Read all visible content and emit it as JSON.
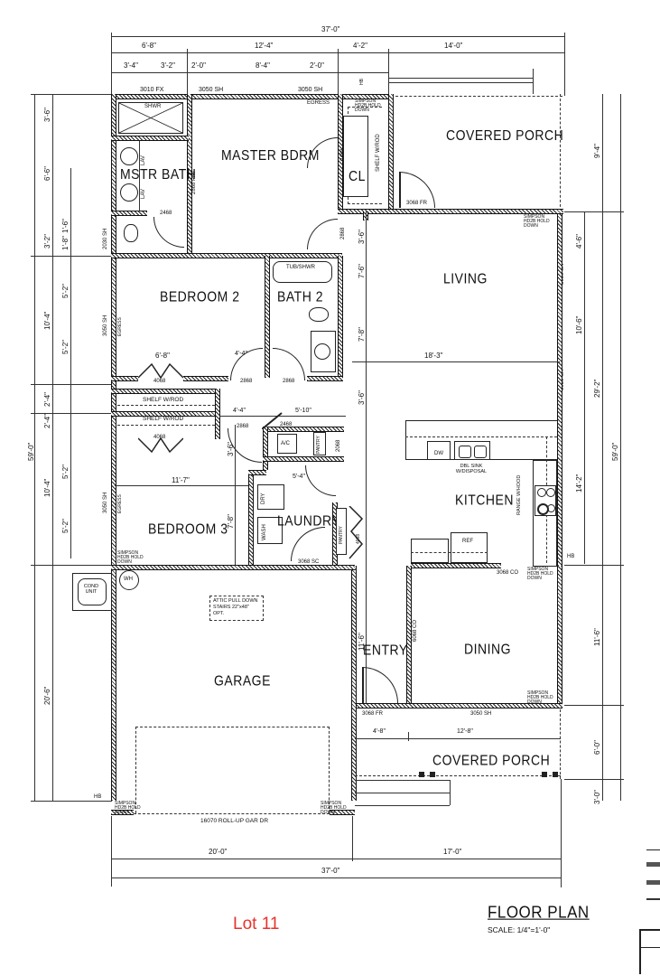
{
  "drawing": {
    "title": "FLOOR PLAN",
    "scale": "SCALE:  1/4\"=1'-0\"",
    "lot_label": "Lot 11",
    "lot_label_color": "#e8322c"
  },
  "rooms": {
    "master_bdrm": "MASTER BDRM",
    "mstr_bath": "MSTR BATH",
    "closet": "CL",
    "covered_porch_rear": "COVERED PORCH",
    "living": "LIVING",
    "bedroom2": "BEDROOM 2",
    "bath2": "BATH 2",
    "bedroom3": "BEDROOM 3",
    "laundry": "LAUNDRY",
    "kitchen": "KITCHEN",
    "dining": "DINING",
    "entry": "ENTRY",
    "garage": "GARAGE",
    "covered_porch_front": "COVERED PORCH"
  },
  "fixtures": {
    "shower": "SHWR",
    "lav": "LAV",
    "tub_shower": "TUB/SHWR",
    "ac": "A/C",
    "pantry": "PANTRY",
    "dryer": "DRY",
    "washer": "WASH",
    "dw": "DW",
    "sink": "DBL SINK W/DISPOSAL",
    "range": "RANGE W/HOOD",
    "ref": "REF",
    "wh": "WH",
    "cond_unit": "COND UNIT",
    "shelf_rod": "SHELF W/ROD",
    "attic": "ATTIC PULL DOWN STAIRS 22\"x48\" OPT.",
    "garage_door": "16070 ROLL-UP GAR DR",
    "egress": "EGRESS",
    "hold_down": "SIMPSON HD2B HOLD DOWN",
    "hb": "HB"
  },
  "openings": {
    "w_3010fx": "3010 FX",
    "w_3050sh": "3050 SH",
    "w_2030sh": "2030 SH",
    "d_2468": "2468",
    "d_2868": "2868",
    "d_2868pkt": "2868 PKT",
    "d_2068": "2068",
    "d_3068fr": "3068 FR",
    "d_4068": "4068",
    "d_3068sc": "3068 SC",
    "d_3068co": "3068 CO",
    "d_6068co": "6068 CO"
  },
  "dimensions": {
    "top": {
      "overall": "37'-0\"",
      "row1": [
        "6'-8\"",
        "12'-4\"",
        "4'-2\"",
        "14'-0\""
      ],
      "row2": [
        "3'-4\"",
        "3'-2\"",
        "2'-0\"",
        "8'-4\"",
        "2'-0\""
      ]
    },
    "bottom": {
      "row1": [
        "20'-0\"",
        "17'-0\""
      ],
      "overall": "37'-0\""
    },
    "left": {
      "overall": "59'-0\"",
      "segments": [
        "3'-6\"",
        "6'-6\"",
        "3'-2\"",
        "10'-4\"",
        "2'-4\"",
        "2'-4\"",
        "10'-4\"",
        "20'-6\""
      ],
      "sub": [
        "1'-6\"",
        "1'-8\"",
        "5'-2\"",
        "5'-2\"",
        "5'-2\"",
        "5'-2\""
      ]
    },
    "right": {
      "overall": "59'-0\"",
      "segments": [
        "9'-4\"",
        "29'-2\"",
        "11'-6\"",
        "6'-0\"",
        "3'-0\""
      ],
      "sub": [
        "4'-6\"",
        "10'-6\"",
        "14'-2\""
      ]
    },
    "interior": {
      "living_width": "18'-3\"",
      "closet_doors": "6'-8\"",
      "hall": "4'-4\"",
      "hall2": "4'-4\"",
      "ac_closet": "5'-10\"",
      "bedroom3_width": "11'-7\"",
      "laundry": "5'-4\"",
      "porch_split": [
        "4'-8\"",
        "12'-8\""
      ],
      "mid_vert": [
        "3'-6\"",
        "7'-6\"",
        "7'-8\"",
        "3'-6\"",
        "11'-6\""
      ]
    }
  }
}
